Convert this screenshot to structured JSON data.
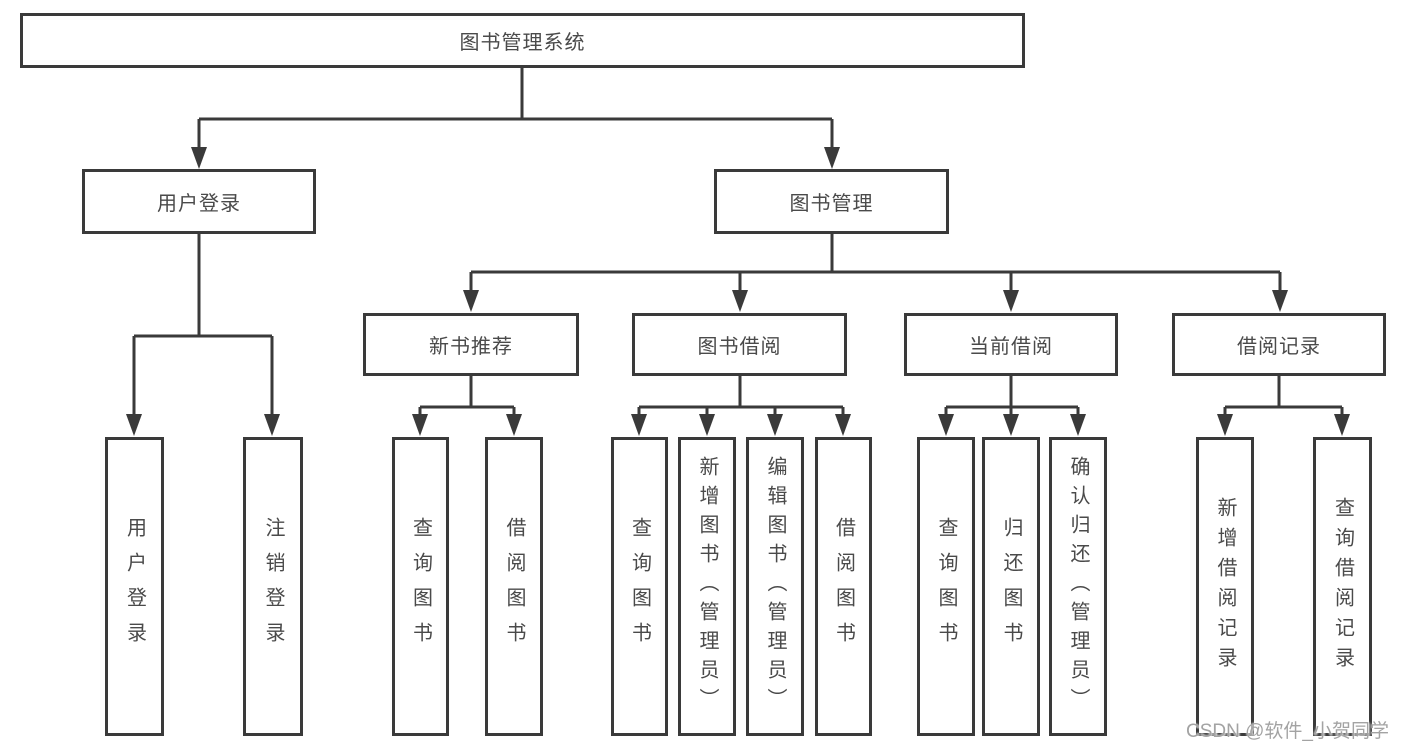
{
  "diagram": {
    "root": {
      "label": "图书管理系统"
    },
    "branches": [
      {
        "label": "用户登录",
        "children": [
          {
            "label": "用户登录"
          },
          {
            "label": "注销登录"
          }
        ]
      },
      {
        "label": "图书管理",
        "children": [
          {
            "label": "新书推荐",
            "children": [
              {
                "label": "查询图书"
              },
              {
                "label": "借阅图书"
              }
            ]
          },
          {
            "label": "图书借阅",
            "children": [
              {
                "label": "查询图书"
              },
              {
                "label": "新增图书（管理员）"
              },
              {
                "label": "编辑图书（管理员）"
              },
              {
                "label": "借阅图书"
              }
            ]
          },
          {
            "label": "当前借阅",
            "children": [
              {
                "label": "查询图书"
              },
              {
                "label": "归还图书"
              },
              {
                "label": "确认归还（管理员）"
              }
            ]
          },
          {
            "label": "借阅记录",
            "children": [
              {
                "label": "新增借阅记录"
              },
              {
                "label": "查询借阅记录"
              }
            ]
          }
        ]
      }
    ]
  },
  "watermark": {
    "text": "CSDN @软件_小贺同学"
  },
  "colors": {
    "line": "#3a3a3a",
    "box_border": "#3a3a3a",
    "box_fill": "#ffffff",
    "text": "#4a4a4a",
    "watermark": "#a3a3a3",
    "background": "#ffffff"
  }
}
